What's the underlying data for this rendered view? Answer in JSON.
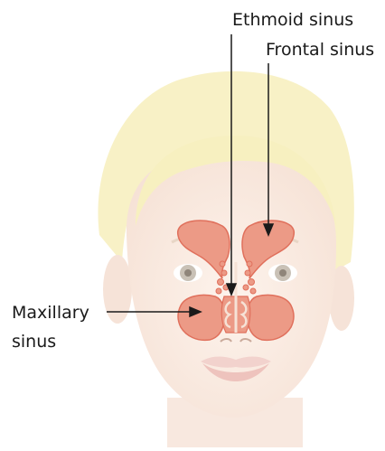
{
  "labels": {
    "ethmoid": "Ethmoid sinus",
    "frontal": "Frontal sinus",
    "maxillary_line1": "Maxillary",
    "maxillary_line2": "sinus"
  },
  "colors": {
    "hair": "#f7f0c0",
    "skin": "#fbeee6",
    "sinus_fill": "#ec9a86",
    "sinus_stroke": "#e0705c",
    "eye_iris": "#c9c1b6",
    "lips": "#f2d2cd",
    "text": "#1a1a1a"
  }
}
